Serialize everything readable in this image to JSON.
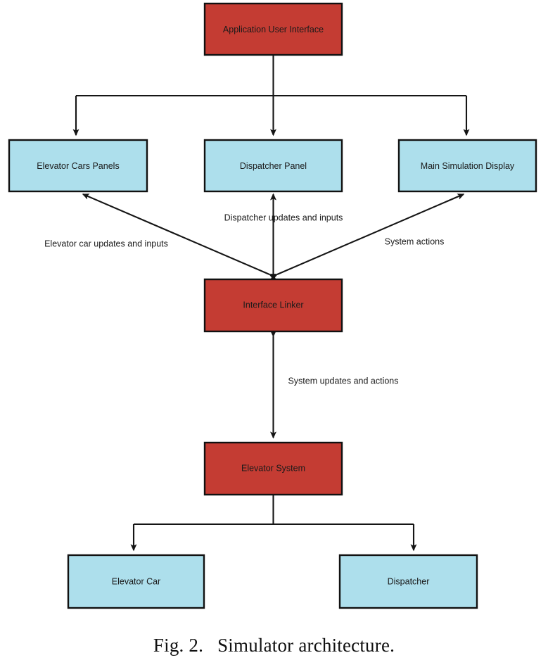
{
  "figure": {
    "caption_label": "Fig. 2.",
    "caption_text": "Simulator architecture.",
    "colors": {
      "red_fill": "#c43c33",
      "blue_fill": "#addfec",
      "stroke": "#111111",
      "background": "#ffffff",
      "text": "#1a1a1a"
    }
  },
  "nodes": {
    "application_user_interface": {
      "label": "Application User Interface",
      "type": "component",
      "color": "red"
    },
    "elevator_cars_panels": {
      "label": "Elevator Cars Panels",
      "type": "component",
      "color": "blue"
    },
    "dispatcher_panel": {
      "label": "Dispatcher Panel",
      "type": "component",
      "color": "blue"
    },
    "main_simulation_display": {
      "label": "Main Simulation Display",
      "type": "component",
      "color": "blue"
    },
    "interface_linker": {
      "label": "Interface Linker",
      "type": "component",
      "color": "red"
    },
    "elevator_system": {
      "label": "Elevator System",
      "type": "component",
      "color": "red"
    },
    "elevator_car": {
      "label": "Elevator Car",
      "type": "component",
      "color": "blue"
    },
    "dispatcher": {
      "label": "Dispatcher",
      "type": "component",
      "color": "blue"
    }
  },
  "edges": {
    "aui_to_panels": {
      "label": "",
      "from": "application_user_interface",
      "to": "elevator_cars_panels"
    },
    "aui_to_dispatcher_panel": {
      "label": "",
      "from": "application_user_interface",
      "to": "dispatcher_panel"
    },
    "aui_to_main_display": {
      "label": "",
      "from": "application_user_interface",
      "to": "main_simulation_display"
    },
    "linker_to_cars_panels": {
      "label": "Elevator car updates and inputs",
      "from": "interface_linker",
      "to": "elevator_cars_panels"
    },
    "linker_to_dispatcher_panel": {
      "label": "Dispatcher updates and inputs",
      "from": "interface_linker",
      "to": "dispatcher_panel"
    },
    "linker_to_main_display": {
      "label": "System actions",
      "from": "interface_linker",
      "to": "main_simulation_display"
    },
    "linker_to_system": {
      "label": "System updates and actions",
      "from": "interface_linker",
      "to": "elevator_system"
    },
    "system_to_elevator_car": {
      "label": "",
      "from": "elevator_system",
      "to": "elevator_car"
    },
    "system_to_dispatcher": {
      "label": "",
      "from": "elevator_system",
      "to": "dispatcher"
    }
  }
}
